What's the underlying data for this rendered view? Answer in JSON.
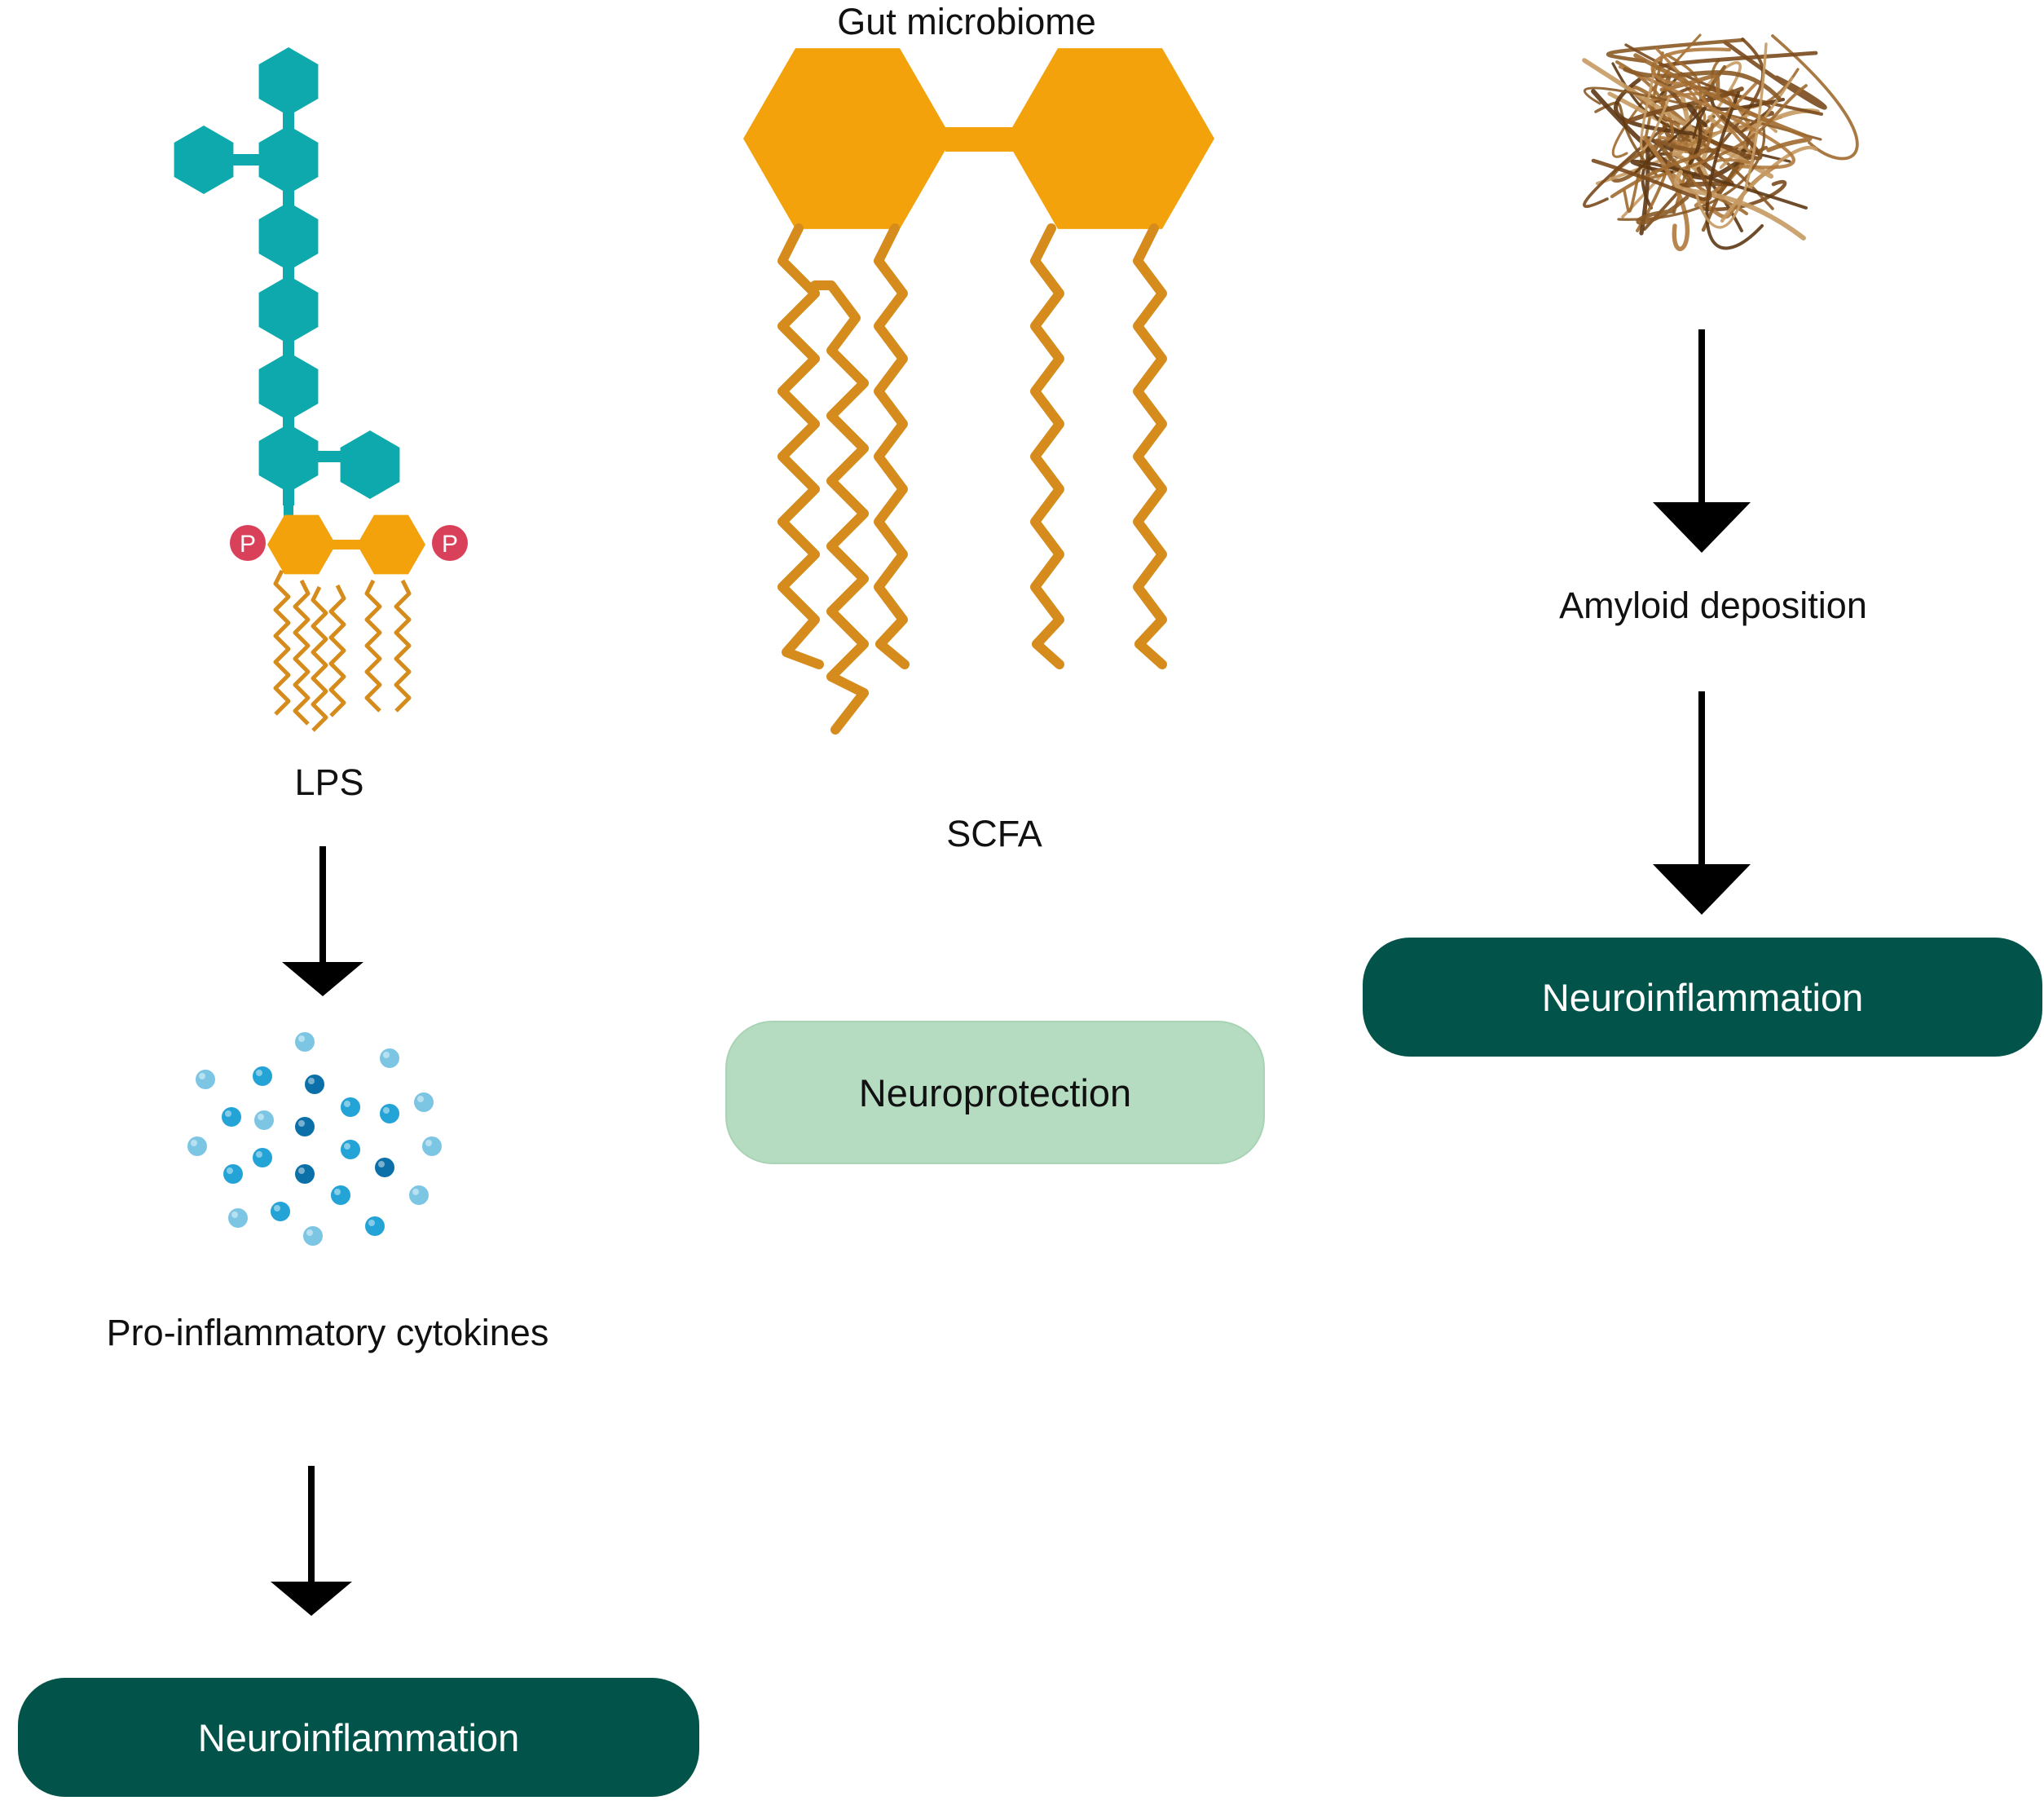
{
  "title": "Gut microbiome",
  "columns": {
    "lps": {
      "label": "LPS",
      "intermediate": "Pro-inflammatory cytokines",
      "outcome": "Neuroinflammation",
      "phosphate_symbol": "P"
    },
    "scfa": {
      "label": "SCFA",
      "outcome": "Neuroprotection"
    },
    "amyloid": {
      "label": "Amyloid deposition",
      "outcome": "Neuroinflammation"
    }
  },
  "colors": {
    "sugar_teal": "#0ea9ac",
    "lipid_orange": "#f3a20c",
    "chain_orange": "#d68c1c",
    "phosphate_red": "#d9405a",
    "outcome_dark": "#02534a",
    "outcome_light": "#b5dcc0",
    "amyloid_brown": "#8a5a26",
    "arrow": "#000000"
  }
}
